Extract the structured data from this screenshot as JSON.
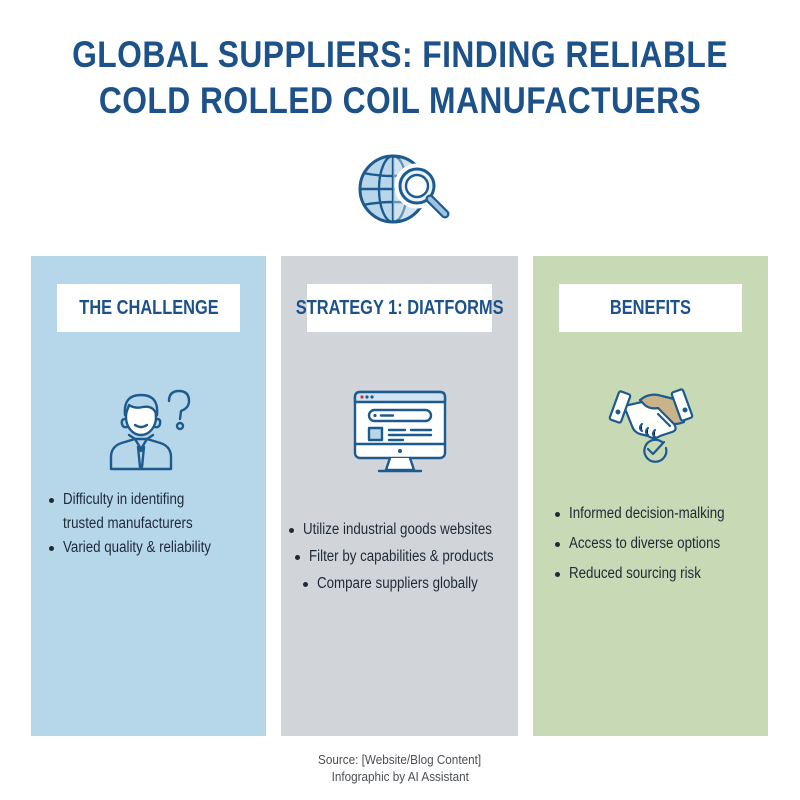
{
  "title": {
    "line1": "GLOBAL SUPPLIERS: FINDING RELIABLE",
    "line2": "COLD ROLLED COIL MANUFACTUERS"
  },
  "hero_icon": "globe-magnifier-icon",
  "colors": {
    "title": "#1d5189",
    "panel_challenge": "#b6d6e9",
    "panel_strategy": "#d1d5da",
    "panel_benefits": "#c7d9b5",
    "icon_stroke": "#1d5a8e",
    "bullet_text": "#1f2a36"
  },
  "panels": [
    {
      "heading": "THE CHALLENGE",
      "icon": "confused-person-icon",
      "bullets": [
        "Difficulty in identifing trusted manufacturers",
        "Varied quality & reliability"
      ]
    },
    {
      "heading": "STRATEGY 1: DIATFORMS",
      "icon": "computer-monitor-icon",
      "bullets": [
        "Utilize industrial goods websites",
        "Filter by capabilities & products",
        "Compare suppliers globally"
      ]
    },
    {
      "heading": "BENEFITS",
      "icon": "handshake-check-icon",
      "bullets": [
        "Informed decision-malking",
        "Access to diverse options",
        "Reduced sourcing risk"
      ]
    }
  ],
  "footer": {
    "source": "Source: [Website/Blog Content]",
    "credit": "Infographic by AI Assistant"
  }
}
